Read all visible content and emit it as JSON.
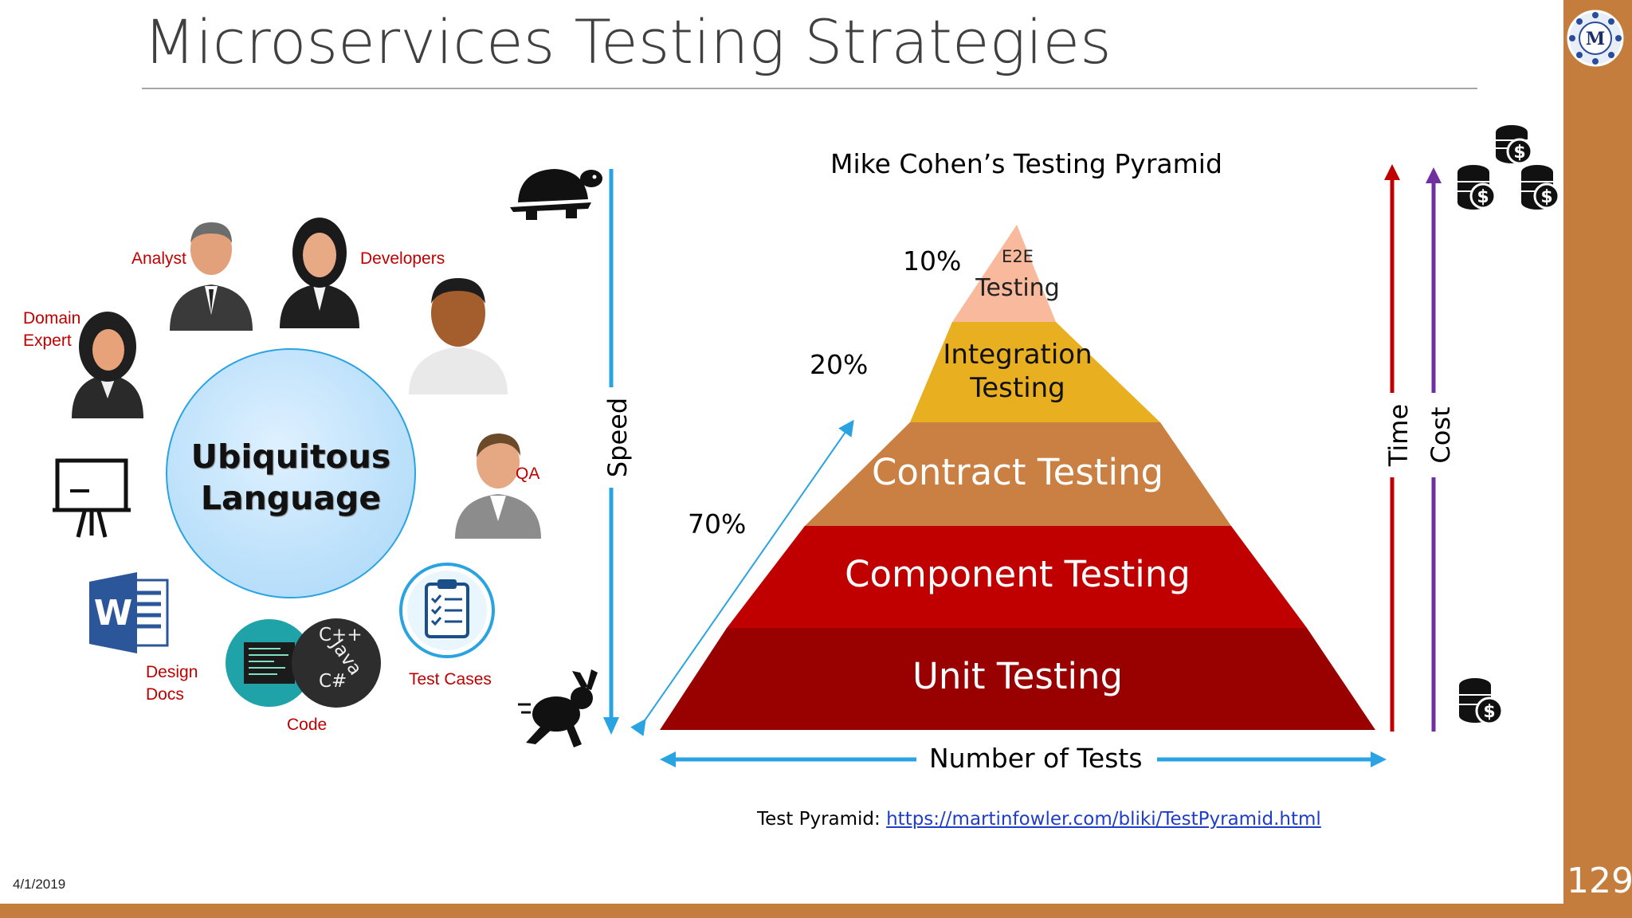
{
  "slide": {
    "title": "Microservices Testing Strategies",
    "date": "4/1/2019",
    "page_number": "129"
  },
  "left": {
    "center_label": "Ubiquitous Language",
    "roles": {
      "domain_expert": "Domain Expert",
      "analyst": "Analyst",
      "developers": "Developers",
      "qa": "QA",
      "test_cases": "Test Cases",
      "code": "Code",
      "design_docs": "Design Docs"
    },
    "code_badge": {
      "line1": "C++",
      "line2": "Java",
      "line3": "C#"
    },
    "icons": [
      "analyst-avatar-icon",
      "developer-avatar-icon",
      "domain-expert-avatar-icon",
      "developer-male-avatar-icon",
      "qa-avatar-icon",
      "whiteboard-icon",
      "word-document-icon",
      "code-icon",
      "clipboard-checklist-icon"
    ]
  },
  "pyramid": {
    "title": "Mike Cohen’s Testing Pyramid",
    "layers": [
      {
        "label_small": "E2E",
        "label": "Testing",
        "color": "#f9b99d"
      },
      {
        "label": "Integration Testing",
        "color": "#e8b020"
      },
      {
        "label": "Contract Testing",
        "color": "#c98042"
      },
      {
        "label": "Component Testing",
        "color": "#c00000"
      },
      {
        "label": "Unit Testing",
        "color": "#990000"
      }
    ],
    "percentages": {
      "e2e": "10%",
      "integration": "20%",
      "unit": "70%"
    },
    "x_axis_label": "Number of Tests",
    "speed_label": "Speed",
    "time_label": "Time",
    "cost_label": "Cost",
    "colors": {
      "speed_arrow": "#2aa3e2",
      "time_arrow": "#c00000",
      "cost_arrow": "#7030a0"
    },
    "icons": [
      "turtle-icon",
      "rabbit-icon",
      "coin-stack-dollar-icon"
    ]
  },
  "footer": {
    "source_prefix": "Test Pyramid: ",
    "source_link": "https://martinfowler.com/bliki/TestPyramid.html"
  },
  "colors": {
    "accent_bar": "#c47d3c",
    "title_text": "#404040",
    "role_text": "#c00000"
  }
}
